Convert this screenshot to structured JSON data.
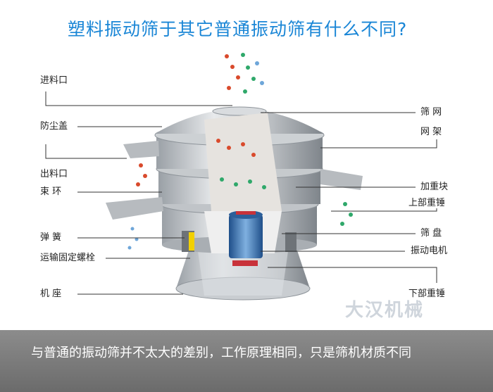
{
  "title": "塑料振动筛于其它普通振动筛有什么不同?",
  "labels": {
    "inlet": "进料口",
    "dust_cover": "防尘盖",
    "outlet": "出料口",
    "clamp_ring": "束  环",
    "spring": "弹  簧",
    "transport_bolt": "运输固定螺栓",
    "base": "机  座",
    "screen_mesh": "筛  网",
    "mesh_frame": "网  架",
    "weight_block": "加重块",
    "upper_weight": "上部重锤",
    "screen_tray": "筛  盘",
    "motor": "振动电机",
    "lower_weight": "下部重锤"
  },
  "watermark": "大汉机械",
  "caption": "与普通的振动筛并不太大的差别，工作原理相同，只是筛机材质不同",
  "colors": {
    "title": "#1a86d6",
    "caption_bg": "#7a7a7a"
  }
}
